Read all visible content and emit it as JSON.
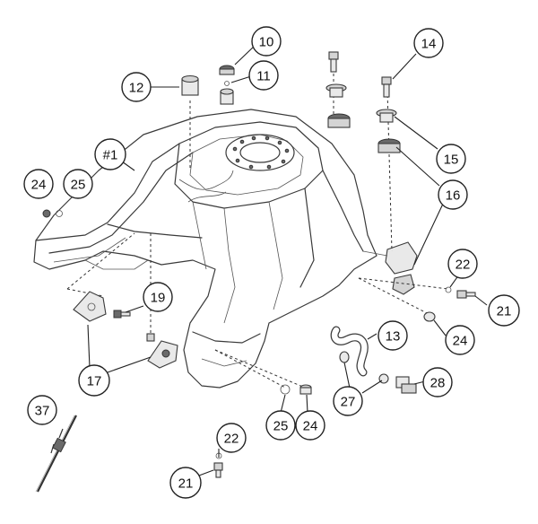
{
  "highlight_color": "#e86e1c",
  "callouts": [
    {
      "id": "c10",
      "label": "10"
    },
    {
      "id": "c11",
      "label": "11"
    },
    {
      "id": "c12",
      "label": "12"
    },
    {
      "id": "c14",
      "label": "14"
    },
    {
      "id": "c15",
      "label": "15"
    },
    {
      "id": "c16",
      "label": "16"
    },
    {
      "id": "c1",
      "label": "#1"
    },
    {
      "id": "c24a",
      "label": "24"
    },
    {
      "id": "c25a",
      "label": "25"
    },
    {
      "id": "c22a",
      "label": "22"
    },
    {
      "id": "c21a",
      "label": "21",
      "highlighted": true
    },
    {
      "id": "c19",
      "label": "19"
    },
    {
      "id": "c13",
      "label": "13"
    },
    {
      "id": "c24b",
      "label": "24"
    },
    {
      "id": "c17",
      "label": "17"
    },
    {
      "id": "c28",
      "label": "28"
    },
    {
      "id": "c27",
      "label": "27"
    },
    {
      "id": "c37",
      "label": "37"
    },
    {
      "id": "c25b",
      "label": "25"
    },
    {
      "id": "c24c",
      "label": "24"
    },
    {
      "id": "c22b",
      "label": "22"
    },
    {
      "id": "c21b",
      "label": "21",
      "highlighted": true
    }
  ]
}
